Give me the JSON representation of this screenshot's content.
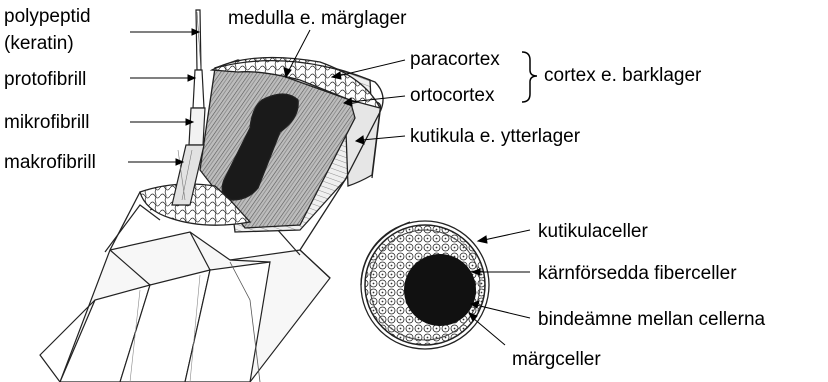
{
  "left_labels": {
    "polypeptid": "polypeptid",
    "keratin": "(keratin)",
    "protofibrill": "protofibrill",
    "mikrofibrill": "mikrofibrill",
    "makrofibrill": "makrofibrill"
  },
  "top_labels": {
    "medulla": "medulla e. märglager",
    "paracortex": "paracortex",
    "ortocortex": "ortocortex",
    "cortex": "cortex e. barklager",
    "kutikula": "kutikula e. ytterlager"
  },
  "cross_section_labels": {
    "kutikulaceller": "kutikulaceller",
    "karnforsedda": "kärnförsedda fiberceller",
    "bindeamne": "bindeämne mellan cellerna",
    "margceller": "märgceller"
  }
}
